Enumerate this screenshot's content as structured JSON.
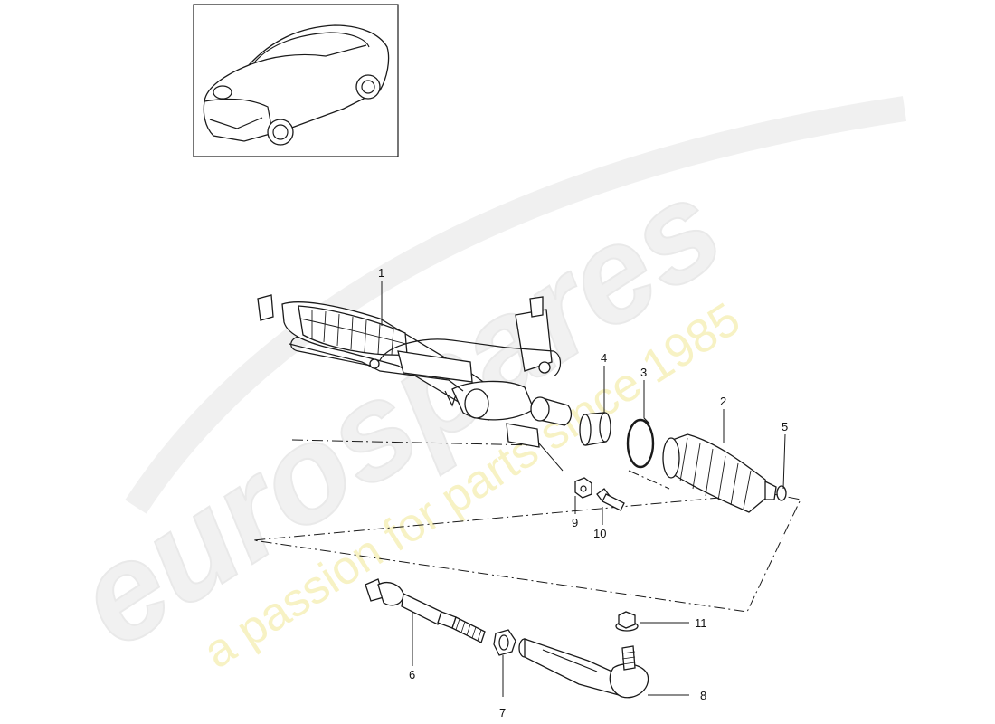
{
  "watermark": {
    "brand": "eurospares",
    "tagline": "a passion for parts since 1985"
  },
  "thumbnail": {
    "icon": "car-coupe-icon"
  },
  "callouts": [
    {
      "id": "1",
      "label": "1"
    },
    {
      "id": "2",
      "label": "2"
    },
    {
      "id": "3",
      "label": "3"
    },
    {
      "id": "4",
      "label": "4"
    },
    {
      "id": "5",
      "label": "5"
    },
    {
      "id": "6",
      "label": "6"
    },
    {
      "id": "7",
      "label": "7"
    },
    {
      "id": "8",
      "label": "8"
    },
    {
      "id": "9",
      "label": "9"
    },
    {
      "id": "10",
      "label": "10"
    },
    {
      "id": "11",
      "label": "11"
    }
  ]
}
